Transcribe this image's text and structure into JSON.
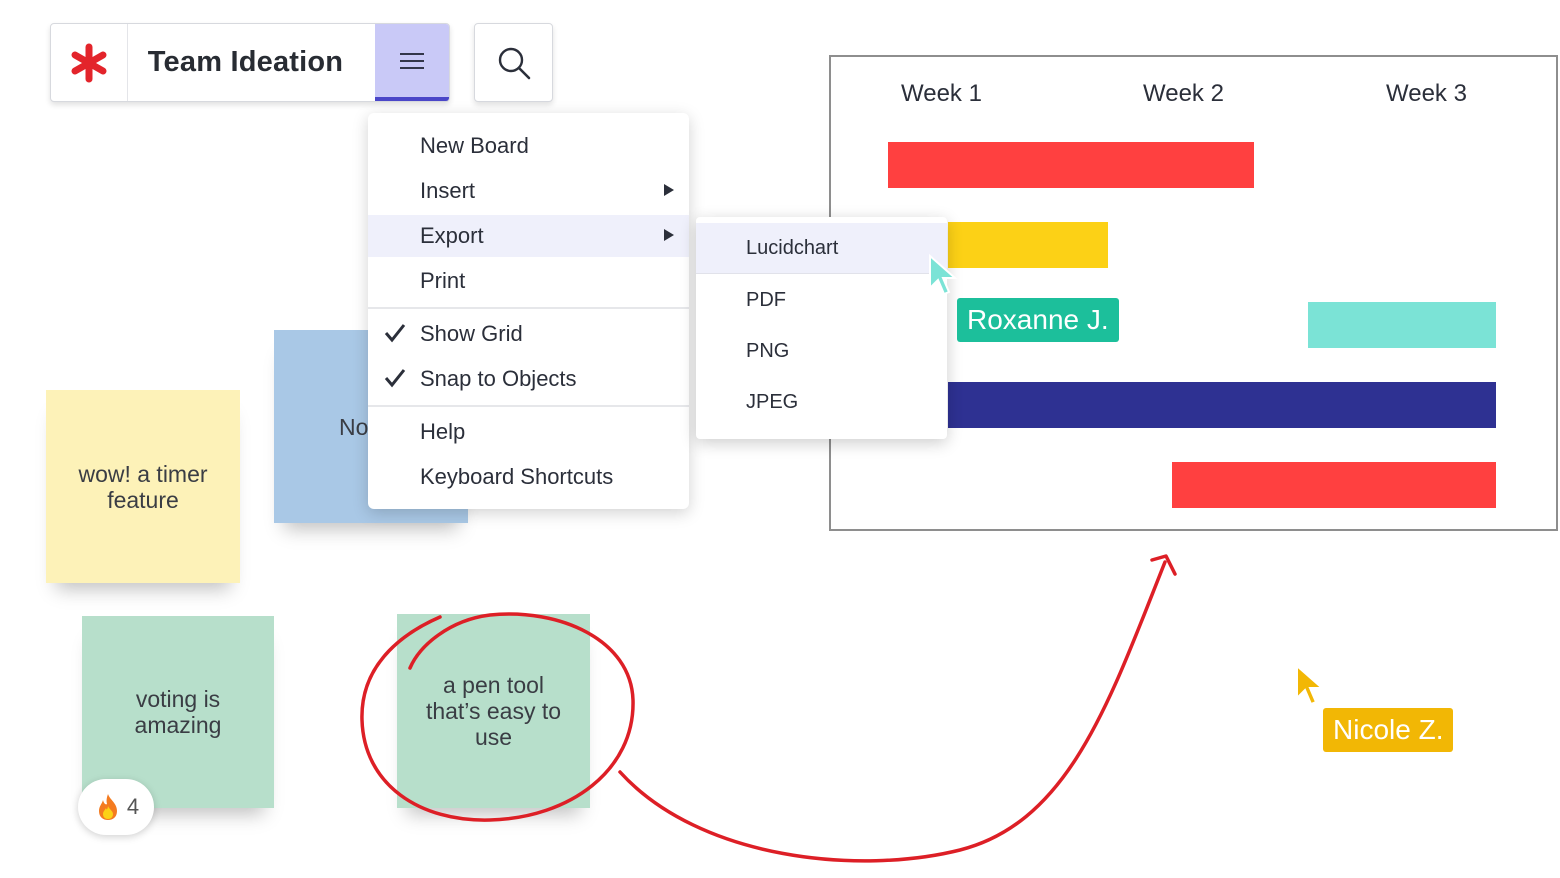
{
  "toolbar": {
    "title": "Team Ideation",
    "logo": "lucid-asterisk-logo",
    "menu_icon": "hamburger-menu-icon",
    "search_icon": "search-icon",
    "accent": "#4a46c8"
  },
  "menu": {
    "items": [
      {
        "label": "New Board"
      },
      {
        "label": "Insert"
      },
      {
        "label": "Export"
      },
      {
        "label": "Print"
      },
      {
        "label": "Show Grid",
        "checked": true
      },
      {
        "label": "Snap to Objects",
        "checked": true
      },
      {
        "label": "Help"
      },
      {
        "label": "Keyboard Shortcuts"
      }
    ],
    "export_submenu": [
      {
        "label": "Lucidchart"
      },
      {
        "label": "PDF"
      },
      {
        "label": "PNG"
      },
      {
        "label": "JPEG"
      }
    ]
  },
  "stickies": [
    {
      "text": "wow! a timer feature",
      "color": "#fdf2b8"
    },
    {
      "text": "No",
      "color": "#a9c8e6"
    },
    {
      "text": "voting is amazing",
      "color": "#b7dfcb"
    },
    {
      "text": "a pen tool that’s easy to use",
      "color": "#b7dfcb"
    }
  ],
  "reaction": {
    "icon": "fire-icon",
    "count": "4"
  },
  "gantt": {
    "weeks": [
      "Week 1",
      "Week 2",
      "Week 3"
    ],
    "colors": [
      "#ff4040",
      "#fcd116",
      "#7be3d6",
      "#2e3192",
      "#ff4040"
    ]
  },
  "collaborators": [
    {
      "name": "Roxanne J.",
      "color": "#1cbf9b"
    },
    {
      "name": "Nicole Z.",
      "color": "#f2b705"
    }
  ],
  "annotation_color": "#dd1f26"
}
